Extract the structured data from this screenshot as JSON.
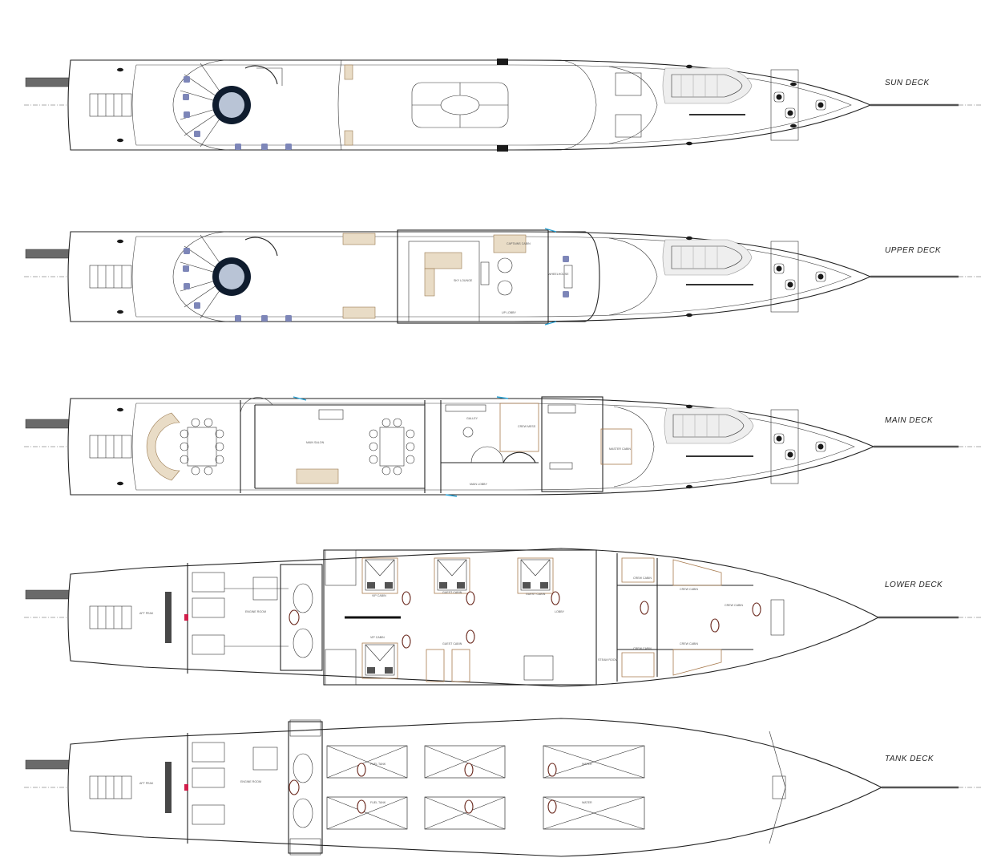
{
  "decks": [
    {
      "id": "sun",
      "label": "SUN DECK",
      "room_labels": []
    },
    {
      "id": "upper",
      "label": "UPPER DECK",
      "room_labels": [
        "CAPTAINS CABIN",
        "SKY LOUNGE",
        "WHEELHOUSE",
        "UP LOBBY"
      ]
    },
    {
      "id": "main",
      "label": "MAIN DECK",
      "room_labels": [
        "MAIN SALON",
        "GALLEY",
        "CREW MESS",
        "MASTER CABIN",
        "MAIN LOBBY"
      ]
    },
    {
      "id": "lower",
      "label": "LOWER DECK",
      "room_labels": [
        "AFT PEAK",
        "ENGINE ROOM",
        "VIP CABIN",
        "GUEST CABIN",
        "GUEST CABIN",
        "VIP CABIN",
        "GUEST CABIN",
        "LOBBY",
        "STEAM ROOM",
        "CREW CABIN",
        "CREW CABIN",
        "CREW CABIN",
        "CREW CABIN",
        "CREW CABIN"
      ]
    },
    {
      "id": "tank",
      "label": "TANK DECK",
      "room_labels": [
        "AFT PEAK",
        "ENGINE ROOM",
        "FUEL TANK",
        "FUEL TANK",
        "WATER",
        "WATER"
      ]
    }
  ]
}
